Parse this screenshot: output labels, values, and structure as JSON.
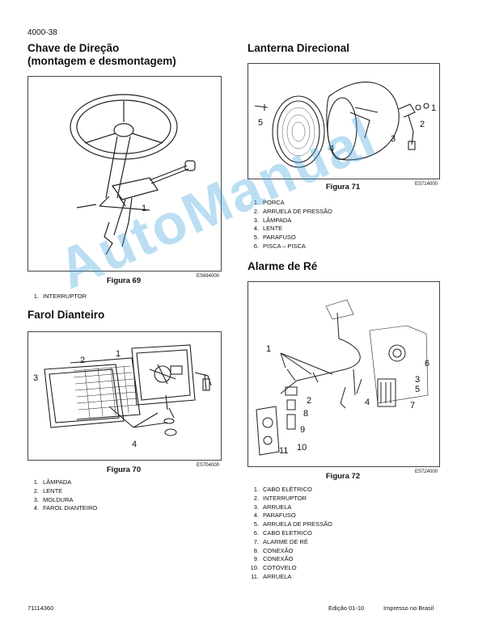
{
  "page_number": "4000-38",
  "left": {
    "section1": {
      "title_line1": "Chave de Direção",
      "title_line2": "(montagem e desmontagem)",
      "figure_code": "ES694000",
      "caption": "Figura 69",
      "callouts": [
        "1"
      ],
      "items": [
        {
          "n": "1.",
          "text": "INTERRUPTOR"
        }
      ]
    },
    "section2": {
      "title": "Farol Dianteiro",
      "figure_code": "ES704000",
      "caption": "Figura 70",
      "callouts": [
        "1",
        "2",
        "3",
        "4"
      ],
      "items": [
        {
          "n": "1.",
          "text": "LÂMPADA"
        },
        {
          "n": "2.",
          "text": "LENTE"
        },
        {
          "n": "3.",
          "text": "MOLDURA"
        },
        {
          "n": "4.",
          "text": "FAROL DIANTEIRO"
        }
      ]
    }
  },
  "right": {
    "section1": {
      "title": "Lanterna Direcional",
      "figure_code": "ES714000",
      "caption": "Figura 71",
      "callouts": [
        "1",
        "2",
        "3",
        "4",
        "5"
      ],
      "items": [
        {
          "n": "1.",
          "text": "PORCA"
        },
        {
          "n": "2.",
          "text": "ARRUELA DE PRESSÃO"
        },
        {
          "n": "3.",
          "text": "LÂMPADA"
        },
        {
          "n": "4.",
          "text": "LENTE"
        },
        {
          "n": "5.",
          "text": "PARAFUSO"
        },
        {
          "n": "6.",
          "text": "PISCA – PISCA"
        }
      ]
    },
    "section2": {
      "title": "Alarme de Ré",
      "figure_code": "ES724000",
      "caption": "Figura 72",
      "callouts": [
        "1",
        "2",
        "3",
        "4",
        "5",
        "6",
        "7",
        "8",
        "9",
        "10",
        "11"
      ],
      "items": [
        {
          "n": "1.",
          "text": "CABO ELÉTRICO"
        },
        {
          "n": "2.",
          "text": "INTERRUPTOR"
        },
        {
          "n": "3.",
          "text": "ARRUELA"
        },
        {
          "n": "4.",
          "text": "PARAFUSO"
        },
        {
          "n": "5.",
          "text": "ARRUELA DE PRESSÃO"
        },
        {
          "n": "6.",
          "text": "CABO ELETRICO"
        },
        {
          "n": "7.",
          "text": "ALARME DE RÉ"
        },
        {
          "n": "8.",
          "text": "CONEXÃO"
        },
        {
          "n": "9.",
          "text": "CONEXÃO"
        },
        {
          "n": "10.",
          "text": "COTOVELO"
        },
        {
          "n": "11.",
          "text": "ARRUELA"
        }
      ]
    }
  },
  "footer": {
    "doc_number": "71114360",
    "edition": "Edição 01-10",
    "printed": "Impresso no Brasil"
  },
  "watermark": "AutoManual"
}
